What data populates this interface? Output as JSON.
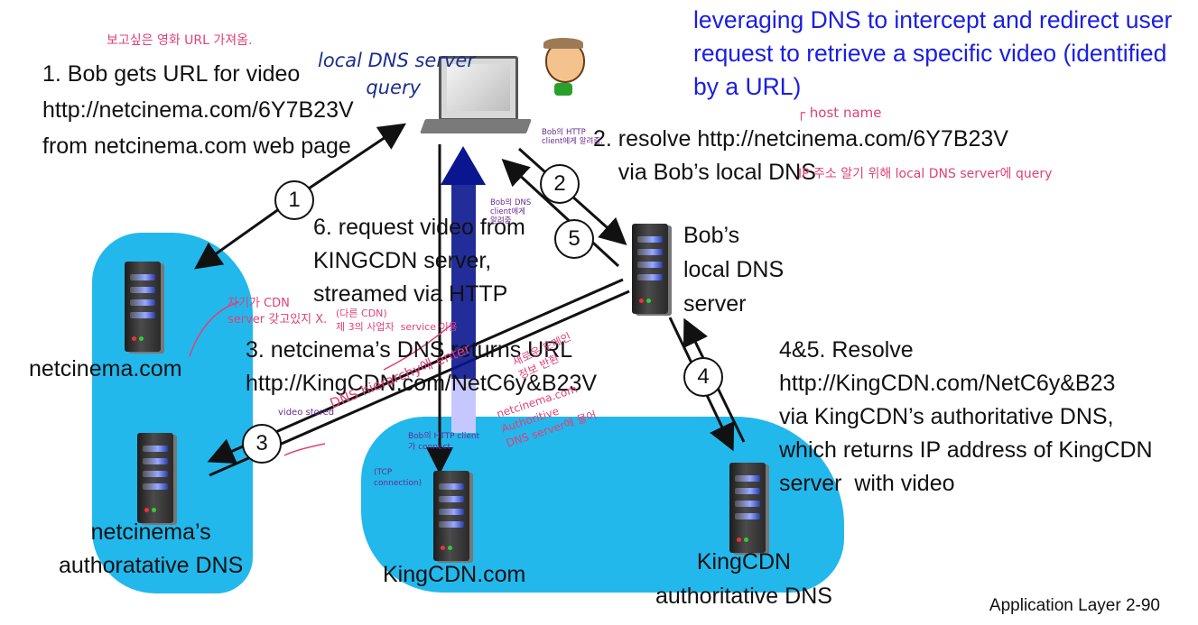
{
  "title": "leveraging DNS to intercept and redirect user request to retrieve a specific video (identified by a URL)",
  "steps": {
    "step1": "1. Bob gets URL for video\nhttp://netcinema.com/6Y7B23V\nfrom netcinema.com web page",
    "step2": "2. resolve http://netcinema.com/6Y7B23V\n    via Bob’s local DNS",
    "step3": "3. netcinema’s DNS returns URL\nhttp://KingCDN.com/NetC6y&B23V",
    "step45": "4&5. Resolve\nhttp://KingCDN.com/NetC6y&B23\nvia KingCDN’s authoritative DNS,\nwhich returns IP address of KingCDN\nserver  with video",
    "step6": "6. request video from\nKINGCDN server,\nstreamed via HTTP"
  },
  "nodes": {
    "bob_local_dns": "Bob’s\nlocal DNS\nserver",
    "netcinema": "netcinema.com",
    "netcinema_dns": "netcinema’s\nauthoratative DNS",
    "kingcdn": "KingCDN.com",
    "kingcdn_dns": "KingCDN\nauthoritative DNS"
  },
  "circles": [
    "1",
    "2",
    "3",
    "4",
    "5"
  ],
  "handwritten": {
    "local_dns_query": "local DNS server\n        query",
    "top_korean": "보고싶은 영화 URL 가져옴.",
    "host_name": "┌ host name",
    "ip_query": "IP 주소 알기 위해 local DNS server에 query",
    "bob_http_client": "Bob의 HTTP\nclient에게 알려줌.",
    "bob_dns_client": "Bob의 DNS\nclient에게\n알려줌",
    "own_cdn": "자기가 CDN\nserver 갖고있지 X.",
    "third_party": "(다른 CDN)\n제 3의 사업자  service 이용",
    "dns_hierarchy": "DNS hierarchy에 enter",
    "video_stored": "video stored",
    "http_client_connect": "Bob의 HTTP client\n가 connect.",
    "tcp_connection": "(TCP\nconnection)",
    "netcinema_auth": "netcinema.com\nAuthoritive\nDNS server에 물어",
    "new_domain": "새로운 도메인\n정보 반환"
  },
  "footer": "Application Layer 2-90",
  "colors": {
    "title": "#1a1fe0",
    "cloud": "#22b8ec",
    "arrow_blue": "#0a168f",
    "pink_ink": "#e0407a",
    "purple_ink": "#6a2a8f",
    "navy_ink": "#1b2f8f"
  }
}
